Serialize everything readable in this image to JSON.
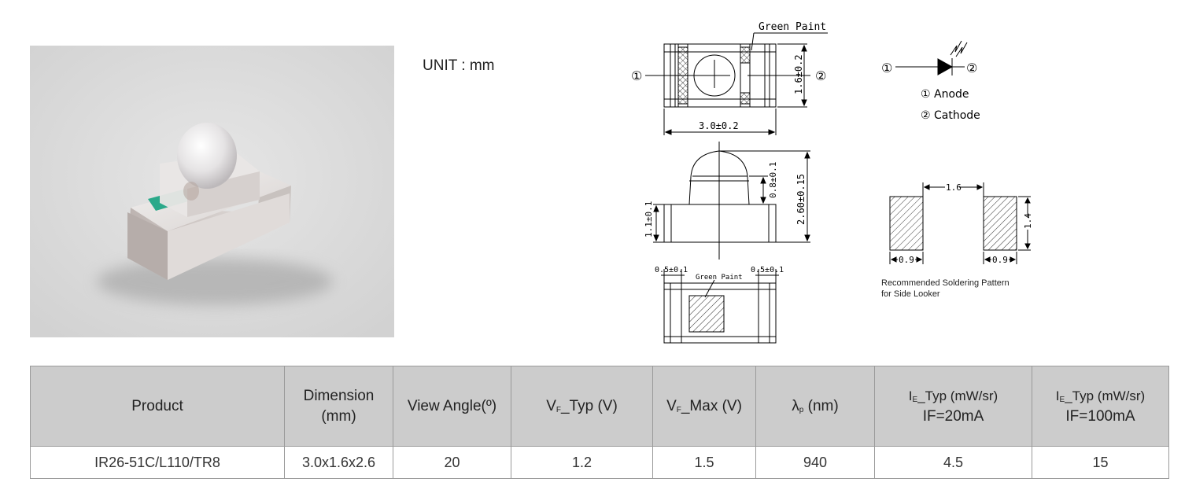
{
  "unit_label": "UNIT : mm",
  "drawing": {
    "green_paint_top": "Green Paint",
    "green_paint_bottom": "Green Paint",
    "pin1": "①",
    "pin2": "②",
    "dim_width": "3.0±0.2",
    "dim_depth": "1.6±0.2",
    "dim_height": "2.60±0.15",
    "dim_lens": "0.8±0.1",
    "dim_body": "1.1±0.1",
    "dim_pad_left": "0.5±0.1",
    "dim_pad_right": "0.5±0.1"
  },
  "symbol": {
    "pin1": "①",
    "pin2": "②",
    "anode": "① Anode",
    "cathode": "② Cathode"
  },
  "soldering": {
    "dim_gap": "1.6",
    "dim_height": "1.4",
    "dim_pad_left": "0.9",
    "dim_pad_right": "0.9",
    "caption_line1": "Recommended Soldering Pattern",
    "caption_line2": "for Side Looker"
  },
  "table": {
    "headers": {
      "product": "Product",
      "dimension_l1": "Dimension",
      "dimension_l2": "(mm)",
      "view_angle": "View Angle(º)",
      "vf_typ_v": "V",
      "vf_typ_sub": "F",
      "vf_typ_rest": "_Typ (V)",
      "vf_max_v": "V",
      "vf_max_sub": "F",
      "vf_max_rest": "_Max (V)",
      "lambda": "λ",
      "lambda_sub": "p",
      "lambda_rest": " (nm)",
      "ie20_i": "I",
      "ie20_sub": "E",
      "ie20_rest": "_Typ (mW/sr)",
      "ie20_l2": "IF=20mA",
      "ie100_i": "I",
      "ie100_sub": "E",
      "ie100_rest": "_Typ (mW/sr)",
      "ie100_l2": "IF=100mA"
    },
    "row": {
      "product": "IR26-51C/L110/TR8",
      "dimension": "3.0x1.6x2.6",
      "view_angle": "20",
      "vf_typ": "1.2",
      "vf_max": "1.5",
      "lambda_p": "940",
      "ie_20": "4.5",
      "ie_100": "15"
    }
  },
  "colors": {
    "header_bg": "#cccccc",
    "photo_bg": "#d9d9d9",
    "paint_green": "#2aa98a"
  }
}
